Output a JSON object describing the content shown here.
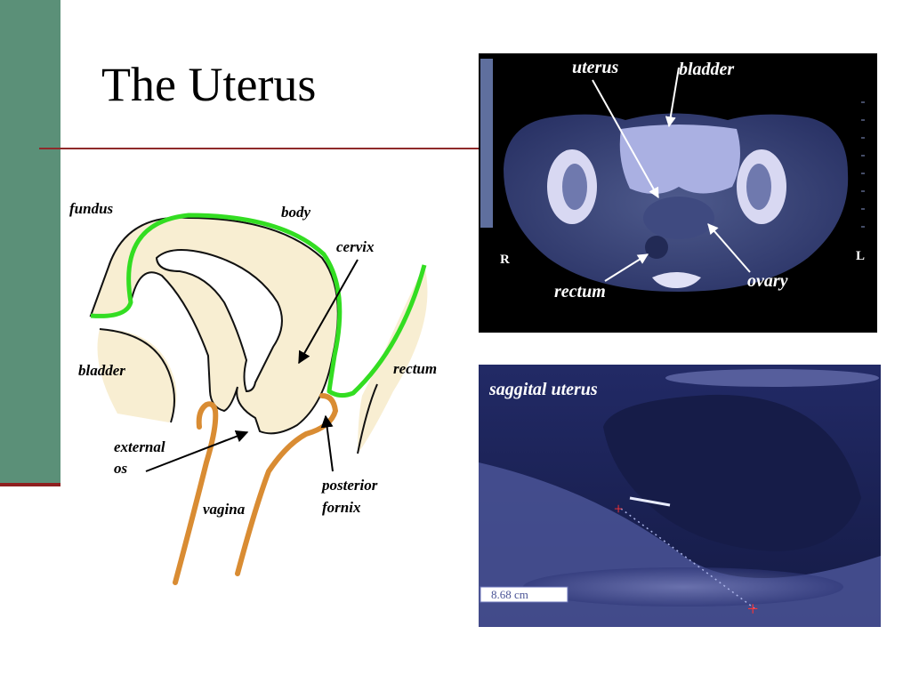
{
  "slide": {
    "title": "The Uterus",
    "colors": {
      "band": "#5b9078",
      "rule": "#8f2a2a",
      "endometrium_outline": "#33dd22",
      "vagina": "#d98c33",
      "tissue": "#f8eed2"
    }
  },
  "diagram": {
    "labels": {
      "fundus": "fundus",
      "body": "body",
      "cervix": "cervix",
      "bladder": "bladder",
      "rectum": "rectum",
      "external_os_line1": "external",
      "external_os_line2": "os",
      "vagina": "vagina",
      "posterior_fornix_line1": "posterior",
      "posterior_fornix_line2": "fornix"
    }
  },
  "ct_image": {
    "labels": {
      "uterus": "uterus",
      "bladder": "bladder",
      "rectum": "rectum",
      "ovary": "ovary",
      "side_right": "R",
      "side_left": "L"
    }
  },
  "ultrasound_image": {
    "caption": "saggital uterus",
    "measurement": "8.68 cm"
  }
}
